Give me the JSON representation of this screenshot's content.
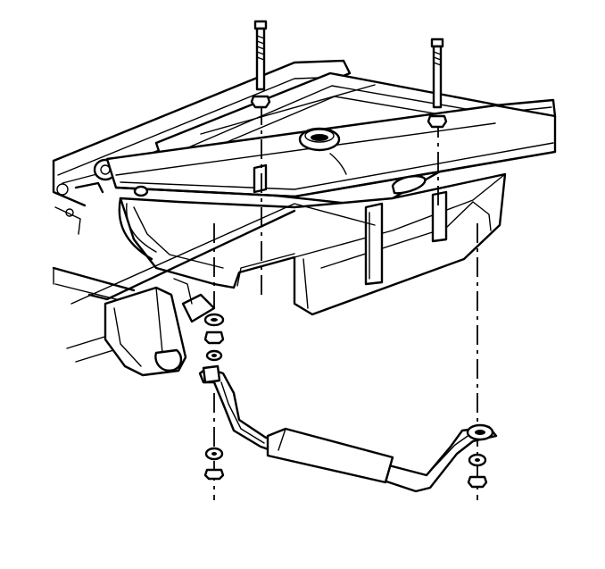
{
  "diagram": {
    "kind": "exploded-assembly",
    "parts": [
      {
        "id": "vehicle-frame",
        "label": ""
      },
      {
        "id": "fuel-tank",
        "label": ""
      },
      {
        "id": "filler-neck",
        "label": ""
      },
      {
        "id": "tank-strap",
        "label": ""
      },
      {
        "id": "strap-bolt-rear",
        "label": ""
      },
      {
        "id": "strap-bolt-front",
        "label": ""
      },
      {
        "id": "washers-and-nuts-left",
        "label": ""
      },
      {
        "id": "washers-and-nuts-right",
        "label": ""
      }
    ]
  }
}
